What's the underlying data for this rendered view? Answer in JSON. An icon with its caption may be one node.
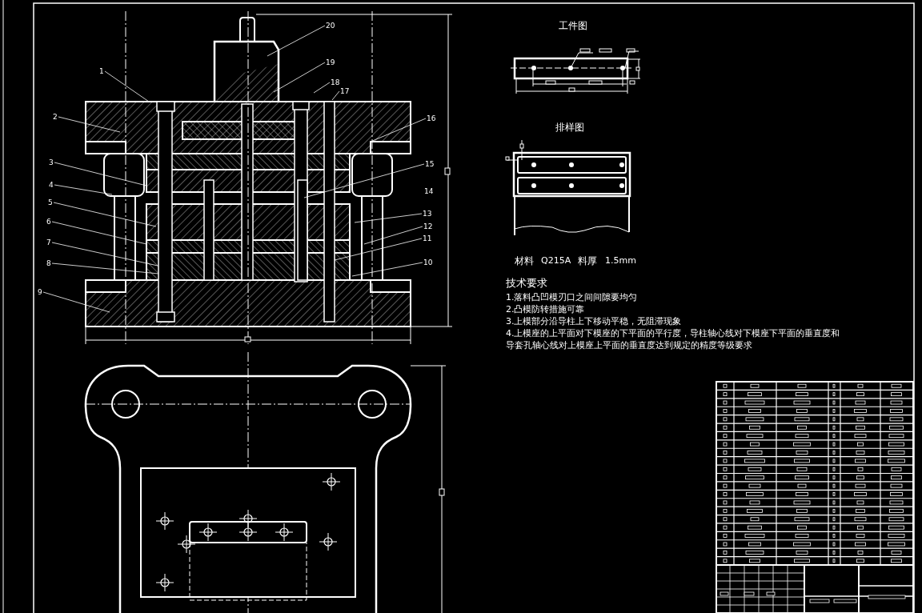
{
  "diagram": {
    "nodes": [
      {
        "text": [
          "1"
        ]
      },
      {
        "text": [
          "2"
        ]
      },
      {
        "text": [
          "3"
        ]
      },
      {
        "text": [
          "4"
        ]
      },
      {
        "text": [
          "5"
        ]
      },
      {
        "text": [
          "6"
        ]
      },
      {
        "text": [
          "7"
        ]
      },
      {
        "text": [
          "8"
        ]
      },
      {
        "text": [
          "9"
        ]
      },
      {
        "text": [
          "20"
        ]
      },
      {
        "text": [
          "19"
        ]
      },
      {
        "text": [
          "18"
        ]
      },
      {
        "text": [
          "17"
        ]
      },
      {
        "text": [
          "16"
        ]
      },
      {
        "text": [
          "15"
        ]
      },
      {
        "text": [
          "13"
        ]
      },
      {
        "text": [
          "12"
        ]
      },
      {
        "text": [
          "11"
        ]
      },
      {
        "text": [
          "10"
        ]
      }
    ],
    "edges": [
      {
        "from": 0,
        "to": null,
        "arrow": "none"
      },
      {
        "from": 1,
        "to": null,
        "arrow": "none"
      },
      {
        "from": 2,
        "to": null,
        "arrow": "none"
      },
      {
        "from": 3,
        "to": null,
        "arrow": "none"
      },
      {
        "from": 4,
        "to": null,
        "arrow": "none"
      },
      {
        "from": 5,
        "to": null,
        "arrow": "none"
      },
      {
        "from": 6,
        "to": null,
        "arrow": "none"
      },
      {
        "from": 7,
        "to": null,
        "arrow": "none"
      },
      {
        "from": 8,
        "to": null,
        "arrow": "none"
      },
      {
        "from": 9,
        "to": null,
        "arrow": "none"
      },
      {
        "from": 10,
        "to": null,
        "arrow": "none"
      },
      {
        "from": 11,
        "to": null,
        "arrow": "none"
      },
      {
        "from": 12,
        "to": null,
        "arrow": "none"
      },
      {
        "from": 13,
        "to": null,
        "arrow": "none"
      },
      {
        "from": 14,
        "to": null,
        "arrow": "none"
      },
      {
        "from": 15,
        "to": null,
        "arrow": "none"
      },
      {
        "from": 16,
        "to": null,
        "arrow": "none"
      },
      {
        "from": 17,
        "to": null,
        "arrow": "none"
      },
      {
        "from": 18,
        "to": null,
        "arrow": "none"
      }
    ],
    "labels": [
      "工件图",
      "排样图",
      "14",
      "材料",
      "Q215A",
      "料厚",
      "1.5mm",
      "技术要求",
      "1.落料凸凹模刃口之间间隙要均匀",
      "2.凸模防转措施可靠",
      "3.上模部分沿导柱上下移动平稳，无阻滞现象",
      "4.上模座的上平面对下模座的下平面的平行度，导柱轴心线对下模座下平面的垂直度和导套孔轴心线对上模座上平面的垂直度达到规定的精度等级要求"
    ]
  }
}
